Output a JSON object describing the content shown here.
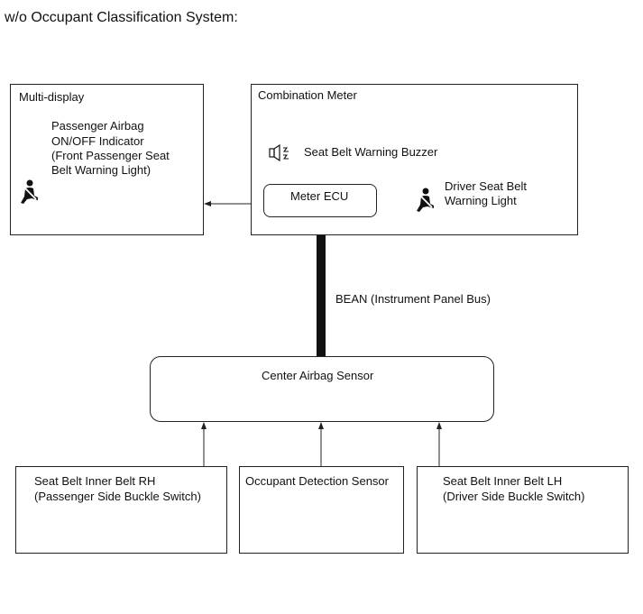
{
  "title": "w/o Occupant Classification System:",
  "multi_display": {
    "label": "Multi-display",
    "indicator_lines": [
      "Passenger Airbag",
      "ON/OFF Indicator",
      "(Front Passenger Seat",
      "Belt Warning Light)"
    ],
    "icon": "seatbelt-warning-icon"
  },
  "combination_meter": {
    "label": "Combination Meter",
    "buzzer_label": "Seat Belt Warning Buzzer",
    "buzzer_icon": "speaker-icon",
    "ecu_label": "Meter ECU",
    "driver_light_lines": [
      "Driver Seat Belt",
      "Warning Light"
    ],
    "driver_icon": "seatbelt-warning-icon"
  },
  "bus_label": "BEAN (Instrument Panel Bus)",
  "center_airbag_sensor": {
    "label": "Center Airbag Sensor"
  },
  "inputs": [
    {
      "lines": [
        "Seat Belt Inner Belt RH",
        "(Passenger Side Buckle Switch)"
      ]
    },
    {
      "lines": [
        "Occupant Detection Sensor"
      ]
    },
    {
      "lines": [
        "Seat Belt Inner Belt LH",
        "(Driver Side Buckle Switch)"
      ]
    }
  ]
}
